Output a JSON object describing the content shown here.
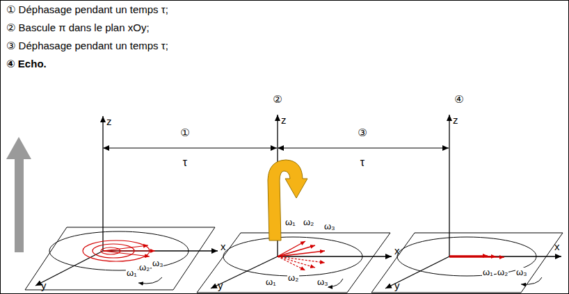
{
  "diagram": {
    "labels": [
      "① Déphasage pendant un temps τ;",
      "② Bascule π dans le plan xOy;",
      "③ Déphasage pendant un temps τ;",
      "④ Echo.",
      "②",
      "④",
      "①",
      "τ",
      "③",
      "τ",
      "z",
      "x",
      "y",
      "ω₁",
      "ω₂",
      "ω₃",
      "z",
      "x",
      "y",
      "ω₁",
      "ω₂",
      "ω₃",
      "ω₁",
      "ω₂",
      "ω₃",
      "z",
      "x",
      "y",
      "ω₁",
      "ω₂",
      "ω₃"
    ]
  }
}
